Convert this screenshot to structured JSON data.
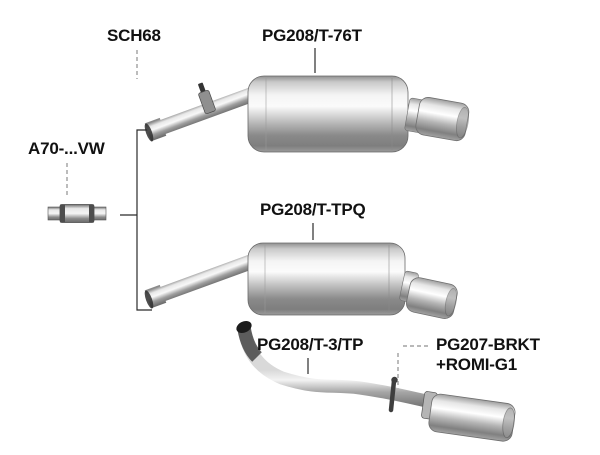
{
  "colors": {
    "background": "#ffffff",
    "leader_line": "#2b2b2b",
    "dashed_line": "#8f8f8f",
    "text": "#111111"
  },
  "labels": {
    "clamp": "SCH68",
    "top_silencer": "PG208/T-76T",
    "adapter": "A70-...VW",
    "mid_silencer": "PG208/T-TPQ",
    "front_pipe": "PG208/T-3/TP",
    "bracket_kit_line1": "PG207-BRKT",
    "bracket_kit_line2": "+ROMI-G1"
  }
}
